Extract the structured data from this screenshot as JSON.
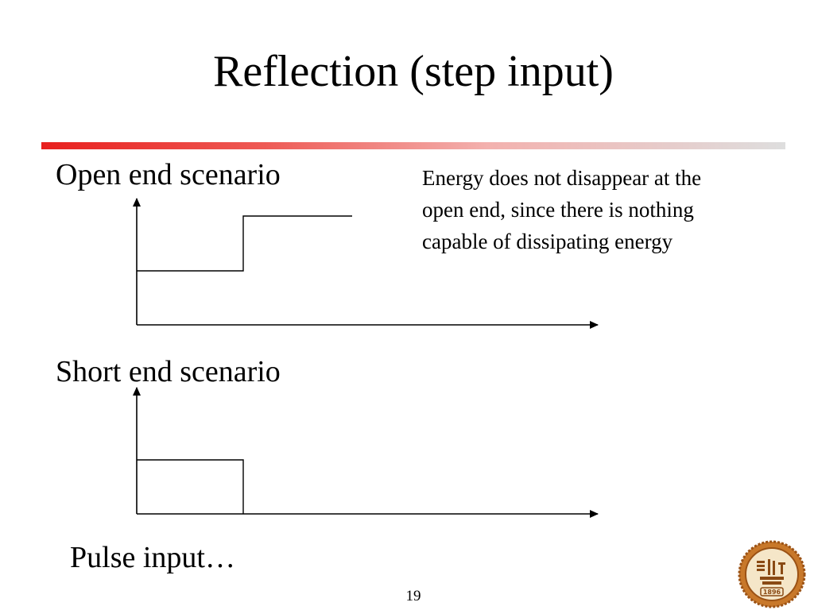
{
  "slide": {
    "title": "Reflection (step input)",
    "page_number": "19"
  },
  "open_end": {
    "heading": "Open end scenario",
    "note_lines": [
      "Energy does not disappear at the",
      "open end, since there is nothing",
      "capable of dissipating energy"
    ]
  },
  "short_end": {
    "heading": "Short end scenario"
  },
  "pulse": {
    "label": "Pulse input…"
  },
  "logo": {
    "year": "1896",
    "icon": "university-seal-icon",
    "primary_color": "#b5651d"
  },
  "colors": {
    "rule_start": "#e8201e",
    "rule_end": "#dedede",
    "text": "#000000"
  }
}
